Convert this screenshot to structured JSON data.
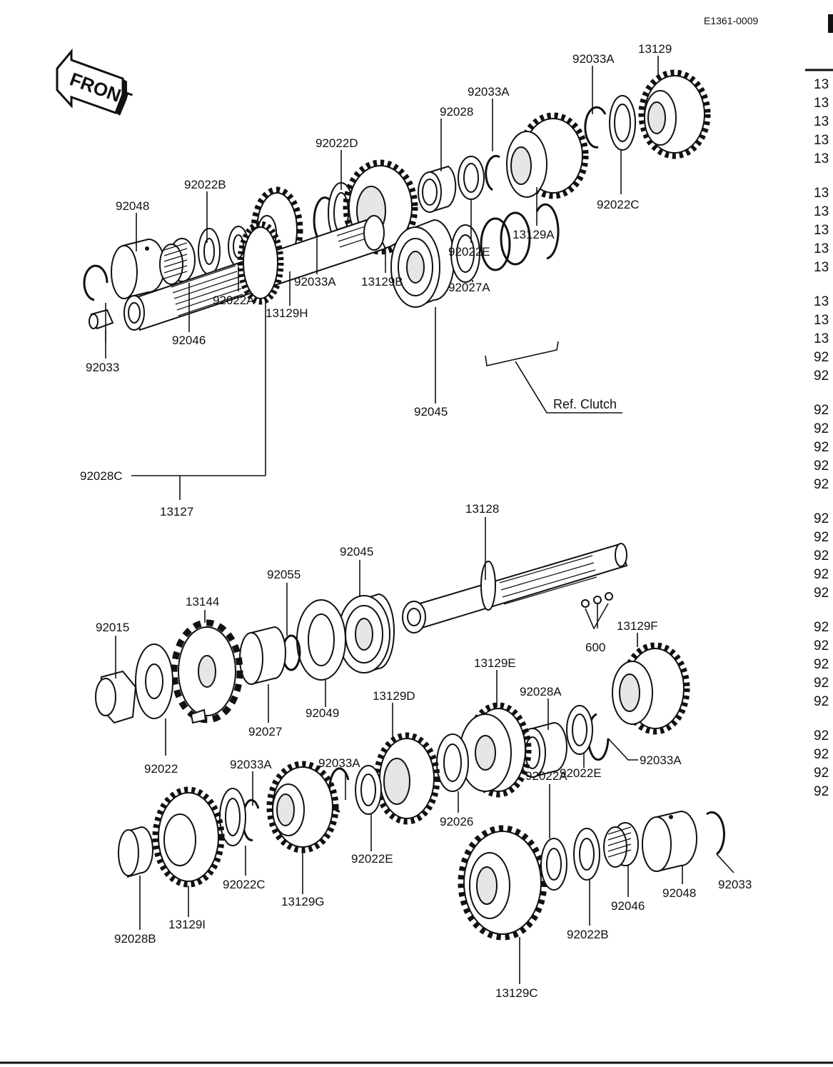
{
  "doc_code": "E1361-0009",
  "front_label": "FRONT",
  "ref_clutch": "Ref. Clutch",
  "labels": {
    "p92048_top": "92048",
    "p92022B_top": "92022B",
    "p92022D": "92022D",
    "p92028": "92028",
    "p92033A_t1": "92033A",
    "p92033A_t2": "92033A",
    "p13129": "13129",
    "p92022C_top": "92022C",
    "p13129A": "13129A",
    "p92022E_top": "92022E",
    "p13129B": "13129B",
    "p92033A_t3": "92033A",
    "p92022A_top": "92022A",
    "p13129H": "13129H",
    "p92046_top": "92046",
    "p92033_top": "92033",
    "p92045_top": "92045",
    "p92027A": "92027A",
    "p92028C": "92028C",
    "p13127": "13127",
    "p13128": "13128",
    "p92045_bot": "92045",
    "p92055": "92055",
    "p13144": "13144",
    "p92015": "92015",
    "p600": "600",
    "p13129F": "13129F",
    "p13129E": "13129E",
    "p92028A": "92028A",
    "p13129D": "13129D",
    "p92049": "92049",
    "p92027": "92027",
    "p92022": "92022",
    "p92033A_b1": "92033A",
    "p92022E_b1": "92022E",
    "p92033A_b2": "92033A",
    "p92033A_b3": "92033A",
    "p92026": "92026",
    "p92022A_bot": "92022A",
    "p92022E_b2": "92022E",
    "p92022C_bot": "92022C",
    "p13129G": "13129G",
    "p13129I": "13129I",
    "p92028B": "92028B",
    "p92046_bot": "92046",
    "p92048_bot": "92048",
    "p92033_bot": "92033",
    "p92022B_bot": "92022B",
    "p13129C": "13129C"
  },
  "part_number_column": [
    "13",
    "13",
    "13",
    "13",
    "13",
    "13",
    "13",
    "13",
    "13",
    "13",
    "13",
    "13",
    "13",
    "92",
    "92",
    "92",
    "92",
    "92",
    "92",
    "92",
    "92",
    "92",
    "92",
    "92",
    "92",
    "92",
    "92",
    "92",
    "92",
    "92",
    "92",
    "92",
    "92",
    "92"
  ]
}
